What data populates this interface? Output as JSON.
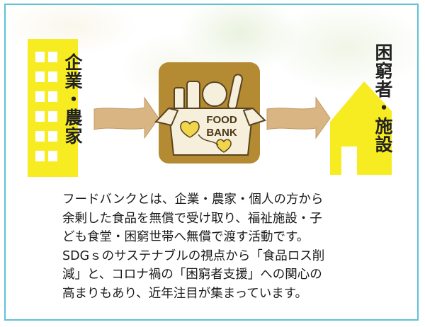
{
  "colors": {
    "frame": "#5fc3d6",
    "building_yellow": "#f7ec22",
    "house_yellow": "#f7ec22",
    "arrow_tan": "#d8b582",
    "foodbank_gold": "#b48a32",
    "box_cream": "#f5efdc",
    "heart_yellow": "#f1d54a"
  },
  "labels": {
    "companies_farmers": "企業・農家",
    "needy_facilities": "困窮者・施設",
    "food_bank_line1": "FOOD",
    "food_bank_line2": "BANK"
  },
  "icons": {
    "building": "building-icon",
    "food_bank": "food-bank-box-icon",
    "house": "house-icon",
    "arrow": "arrow-right-icon"
  },
  "description": {
    "lines": [
      "フードバンクとは、企業・農家・個人の方から",
      "余剰した食品を無償で受け取り、福祉施設・子",
      "ども食堂・困窮世帯へ無償で渡す活動です。",
      "SDGｓのサステナブルの視点から「食品ロス削",
      "減」と、コロナ禍の「困窮者支援」への関心の",
      "高まりもあり、近年注目が集まっています。"
    ]
  }
}
